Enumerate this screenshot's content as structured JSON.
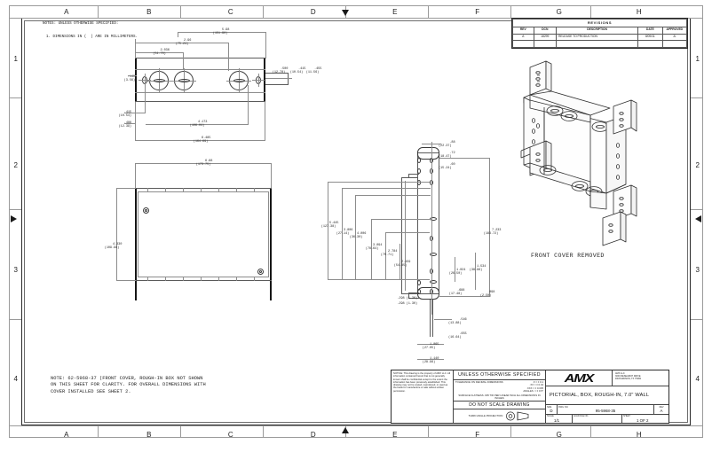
{
  "sheet": {
    "zones_horizontal": [
      "A",
      "B",
      "C",
      "D",
      "E",
      "F",
      "G",
      "H"
    ],
    "zones_vertical": [
      "1",
      "2",
      "3",
      "4"
    ]
  },
  "notes": {
    "header": "NOTES: UNLESS OTHERWISE SPECIFIED:",
    "item1": "1. DIMENSIONS IN (  ) ARE IN MILLIMETERS.",
    "bottom_note": "NOTE: 62-5968-37 (FRONT COVER, ROUGH-IN BOX NOT SHOWN\nON THIS SHEET FOR CLARITY. FOR OVERALL DIMENSIONS WITH\nCOVER INSTALLED SEE SHEET 2."
  },
  "views": {
    "iso_caption": "FRONT COVER REMOVED"
  },
  "revision_block": {
    "title": "REVISIONS",
    "columns": [
      "REV",
      "DCN",
      "DESCRIPTION",
      "DATE",
      "APPROVED"
    ],
    "rows": [
      {
        "rev": "A",
        "dcn": "18299",
        "description": "RELEASE TO PRODUCTION",
        "date": "8/09/11",
        "approved": "JL"
      }
    ]
  },
  "title_block": {
    "notice": "NOTICE:  This drawing is the property of AMX LLC.  All information contained herein that is not generally known shall be confidential except to the extent the information has been previously established.  This drawing may not be copied, reproduced, or used as the basis for manufacture or sale without written permission.",
    "unless_otherwise": "UNLESS OTHERWISE SPECIFIED",
    "tolerance_label": "TOLERANCE ON DECIMAL DIMENSIONS",
    "tolerances": ".X = ± 0.1\n.XX = ± 0.04\n.XXX = ± 0.005\nANGLES  = ± 0.5°",
    "flatness": "SURFACE FLATNESS .005 TIR PER LINEAR INCH\nALL DIMENSIONS IN INCHES",
    "do_not_scale": "DO NOT SCALE DRAWING",
    "projection": "THIRD ANGLE\nPROJECTION",
    "company": "AMX",
    "address": "AMX LLC\n3000 RESEARCH DRIVE\nRICHARDSON, TX 75082",
    "drawing_title": "PICTORIAL, BOX, ROUGH-IN, 7.0\" WALL",
    "size_label": "SIZE",
    "size_value": "D",
    "dwg_no_label": "DWG. NO.",
    "dwg_no_value": "95-5968-35",
    "rev_label": "REV",
    "rev_value": "A",
    "scale_label": "SCALE",
    "scale_value": "1/1",
    "cad_label": "ACAD FILE NO.",
    "cad_value": "",
    "sheet_label": "SHEET",
    "sheet_value": "1 OF 2"
  },
  "dimensions": {
    "top_view": [
      {
        "id": "d1",
        "inch": "5.98",
        "mm": "(151.90)"
      },
      {
        "id": "d2",
        "inch": "2.96",
        "mm": "(75.24)"
      },
      {
        "id": "d3",
        "inch": "2.036",
        "mm": "(51.70)"
      },
      {
        "id": "d4",
        "inch": ".140",
        "mm": "(3.56)"
      },
      {
        "id": "d5",
        "inch": ".415",
        "mm": "(10.54)"
      },
      {
        "id": "d6",
        "inch": ".488",
        "mm": "(12.39)"
      },
      {
        "id": "d7",
        "inch": ".500",
        "mm": "(12.70)"
      },
      {
        "id": "d8",
        "inch": ".415",
        "mm": "(10.54)"
      },
      {
        "id": "d9",
        "inch": ".455",
        "mm": "(11.56)"
      },
      {
        "id": "d10",
        "inch": "4.173",
        "mm": "(106.04)"
      },
      {
        "id": "d11",
        "inch": "6.485",
        "mm": "(164.69)"
      }
    ],
    "front_view": [
      {
        "id": "f1",
        "inch": "6.88",
        "mm": "(173.75)"
      },
      {
        "id": "f2",
        "inch": "4.330",
        "mm": "(109.98)"
      }
    ],
    "section_view": [
      {
        "id": "s1",
        "inch": ".88",
        "mm": "(22.37)"
      },
      {
        "id": "s2",
        "inch": ".72",
        "mm": "(18.47)"
      },
      {
        "id": "s3",
        "inch": ".60",
        "mm": "(15.24)"
      },
      {
        "id": "s4",
        "inch": "5.445",
        "mm": "(127.38)"
      },
      {
        "id": "s5",
        "inch": "3.806",
        "mm": "(27.14)"
      },
      {
        "id": "s6",
        "inch": "4.006",
        "mm": "(36.30)"
      },
      {
        "id": "s7",
        "inch": "3.094",
        "mm": "(78.64)"
      },
      {
        "id": "s8",
        "inch": "2.784",
        "mm": "(70.71)"
      },
      {
        "id": "s9",
        "inch": "2.159",
        "mm": "(54.85)"
      },
      {
        "id": "s10",
        "inch": "7.233",
        "mm": "(183.72)"
      },
      {
        "id": "s11",
        "inch": "1.534",
        "mm": "(38.96)"
      },
      {
        "id": "s12",
        "inch": "1.024",
        "mm": "(26.50)"
      },
      {
        "id": "s13",
        "inch": ".688",
        "mm": "(17.48)"
      },
      {
        "id": "s14",
        "inch": ".098",
        "mm": "(2.50)"
      },
      {
        "id": "s15",
        "inch": ".298",
        "mm": "(1.30)"
      },
      {
        "id": "s16",
        "inch": ".298",
        "mm": "(1.30)"
      },
      {
        "id": "s17",
        "inch": ".546",
        "mm": "(13.88)"
      },
      {
        "id": "s18",
        "inch": ".655",
        "mm": "(16.64)"
      },
      {
        "id": "s19",
        "inch": "1.065",
        "mm": "(27.05)"
      },
      {
        "id": "s20",
        "inch": "1.140",
        "mm": "(28.96)"
      }
    ]
  }
}
